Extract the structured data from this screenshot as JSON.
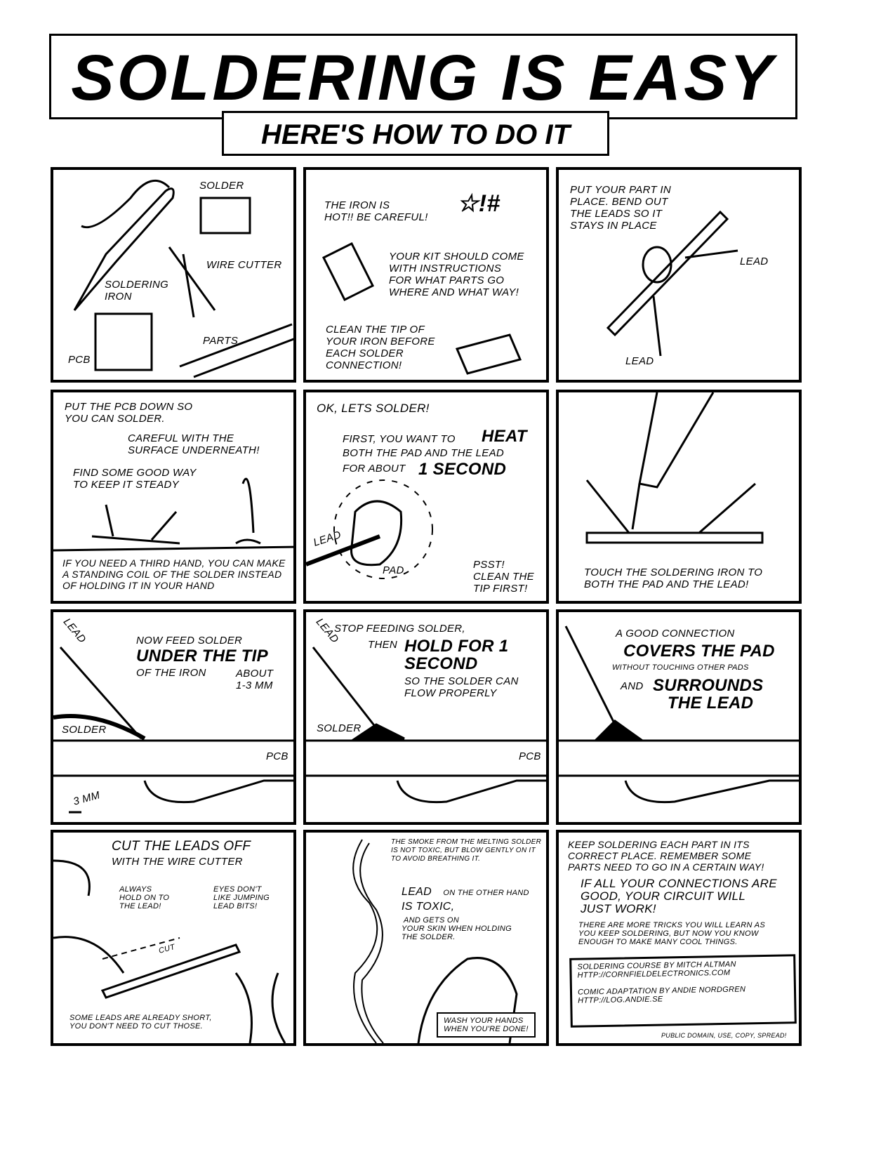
{
  "title": "SOLDERING IS EASY",
  "subtitle": "HERE'S HOW TO DO IT",
  "panels": [
    {
      "solder": "SOLDER",
      "wire_cutter": "WIRE CUTTER",
      "soldering_iron": "SOLDERING\nIRON",
      "parts": "PARTS",
      "pcb": "PCB"
    },
    {
      "hot": "THE IRON IS\nHOT!! BE CAREFUL!",
      "symbols": "☆!#",
      "kit": "YOUR KIT SHOULD COME\nWITH INSTRUCTIONS\nFOR WHAT PARTS GO\nWHERE AND WHAT WAY!",
      "clean": "CLEAN THE TIP OF\nYOUR IRON BEFORE\nEACH SOLDER\nCONNECTION!"
    },
    {
      "put": "PUT YOUR PART IN\nPLACE. BEND OUT\nTHE LEADS SO IT\nSTAYS IN PLACE",
      "lead1": "LEAD",
      "lead2": "LEAD"
    },
    {
      "pcb_down": "PUT THE PCB DOWN SO\nYOU CAN SOLDER.",
      "careful": "CAREFUL WITH THE\nSURFACE UNDERNEATH!",
      "find": "FIND SOME GOOD WAY\nTO KEEP IT STEADY",
      "third_hand": "IF YOU NEED A THIRD HAND, YOU CAN MAKE\nA STANDING COIL OF THE SOLDER INSTEAD\nOF HOLDING IT IN YOUR HAND"
    },
    {
      "ok": "OK, LETS SOLDER!",
      "first": "FIRST, YOU WANT TO",
      "heat": "HEAT",
      "both": "BOTH THE PAD AND THE LEAD",
      "for_about": "FOR ABOUT",
      "second": "1 SECOND",
      "lead": "LEAD",
      "pad": "PAD",
      "psst": "PSST!\nCLEAN THE\nTIP FIRST!"
    },
    {
      "touch": "TOUCH THE SOLDERING IRON TO\nBOTH THE PAD AND THE LEAD!"
    },
    {
      "lead": "LEAD",
      "now_feed": "NOW FEED SOLDER",
      "under_tip": "UNDER THE TIP",
      "of_iron": "OF THE IRON",
      "about": "ABOUT\n1-3 MM",
      "solder": "SOLDER",
      "pcb": "PCB",
      "mm": "3 MM"
    },
    {
      "lead": "LEAD",
      "stop": "STOP FEEDING SOLDER,",
      "then": "THEN",
      "hold": "HOLD FOR 1\nSECOND",
      "so": "SO THE SOLDER CAN\nFLOW PROPERLY",
      "solder": "SOLDER",
      "pcb": "PCB"
    },
    {
      "good": "A GOOD CONNECTION",
      "covers": "COVERS THE PAD",
      "without": "WITHOUT TOUCHING OTHER PADS",
      "and": "AND",
      "surrounds": "SURROUNDS\n   THE LEAD"
    },
    {
      "cut_title": "CUT THE LEADS OFF",
      "with": "WITH THE WIRE CUTTER",
      "always": "ALWAYS\nHOLD ON TO\nTHE LEAD!",
      "eyes": "EYES DON'T\nLIKE JUMPING\nLEAD BITS!",
      "cut": "CUT",
      "short": "SOME LEADS ARE ALREADY SHORT,\nYOU DON'T NEED TO CUT THOSE."
    },
    {
      "smoke": "THE SMOKE FROM THE MELTING SOLDER\nIS NOT TOXIC, BUT BLOW GENTLY ON IT\nTO AVOID BREATHING IT.",
      "lead": "LEAD",
      "on_other": " ON THE OTHER HAND",
      "is_toxic": "IS TOXIC,",
      "gets_on": " AND GETS ON\nYOUR SKIN WHEN HOLDING\nTHE SOLDER.",
      "wash": "WASH YOUR HANDS\nWHEN YOU'RE DONE!"
    },
    {
      "keep": "KEEP SOLDERING EACH PART IN ITS\nCORRECT PLACE. REMEMBER SOME\nPARTS NEED TO GO IN A CERTAIN WAY!",
      "if_all": "IF ALL YOUR CONNECTIONS ARE\nGOOD, YOUR CIRCUIT WILL\nJUST WORK!",
      "more": "THERE ARE MORE TRICKS YOU WILL LEARN AS\nYOU KEEP SOLDERING, BUT NOW YOU KNOW\nENOUGH TO MAKE MANY COOL THINGS.",
      "course": "SOLDERING COURSE BY MITCH ALTMAN\nHTTP://CORNFIELDELECTRONICS.COM",
      "adaptation": "COMIC ADAPTATION BY ANDIE NORDGREN\nHTTP://LOG.ANDIE.SE",
      "public": "PUBLIC DOMAIN, USE, COPY, SPREAD!"
    }
  ]
}
